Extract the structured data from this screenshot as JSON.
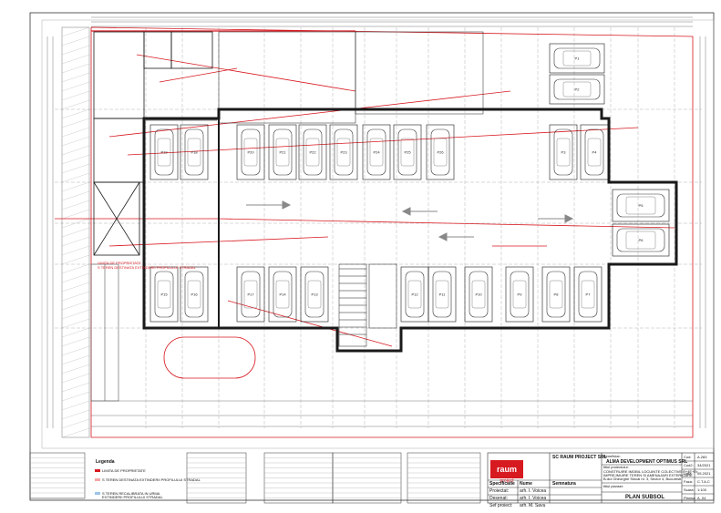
{
  "parking_labels": [
    "P19",
    "P18",
    "P20",
    "P21",
    "P22",
    "P23",
    "P24",
    "P25",
    "P26",
    "P3",
    "P4",
    "P1",
    "P2",
    "P5",
    "P6",
    "P15",
    "P16",
    "P17",
    "P14",
    "P13",
    "P12",
    "P11",
    "P10",
    "P9",
    "P8",
    "P7"
  ],
  "plan_notes": {
    "limit_teren": "LIMITA DE PROPRIETATE",
    "extindere": "S TEREN DESTINATA EXTINDERII PROFILULUI STRADAL"
  },
  "legend": {
    "title": "Legenda",
    "items": [
      "LIMITA DE PROPRIETATE",
      "S TEREN DESTINATA EXTINDERII PROFILULUI STRADAL",
      "S TEREN RECALIBRATA IN URMA EXTINDERII PROFILULUI STRADAL"
    ]
  },
  "title_block": {
    "company": "SC RAUM PROJECT SRL",
    "logo_main": "raum",
    "logo_sub": "project",
    "beneficiar_label": "Beneficiar:",
    "beneficiar": "ALMA DEVELOPMENT OPTIMUS SRL",
    "titlu_proiect_label": "titlul proiectului:",
    "titlu_proiect_lines": [
      "CONSTRUIRE IMOBIL LOCUINTE COLECTIVE P+4E+Er",
      "IMPREJMUIRE TEREN SI AMENAJARI EXTERIOARE",
      "B-dul Gheorghe Sincai nr. 3, Sector 4, Bucuresti"
    ],
    "titlu_plansa_label": "titlul plansei:",
    "titlu_plansa": "PLAN SUBSOL",
    "specificatie": "Specificatie",
    "nume": "Nume",
    "semnatura": "Semnatura",
    "rows": [
      {
        "role": "Proiectat:",
        "name": "arh. I. Voicea"
      },
      {
        "role": "Desenat:",
        "name": "arh. I. Voicea"
      },
      {
        "role": "Sef proiect:",
        "name": "arh. M. Savu"
      }
    ],
    "meta": [
      {
        "label": "Cod:",
        "value": "A.283"
      },
      {
        "label": "Cod2:",
        "value": "34/2021"
      },
      {
        "label": "Data:",
        "value": "05.2021"
      },
      {
        "label": "Faza:",
        "value": "C.T.A.C"
      },
      {
        "label": "Scara:",
        "value": "1:100"
      },
      {
        "label": "Plansa:",
        "value": "A_04"
      }
    ]
  },
  "colors": {
    "wall": "#1a1a1a",
    "line": "#555555",
    "red": "#d71920",
    "grid": "#7f7f7f"
  }
}
